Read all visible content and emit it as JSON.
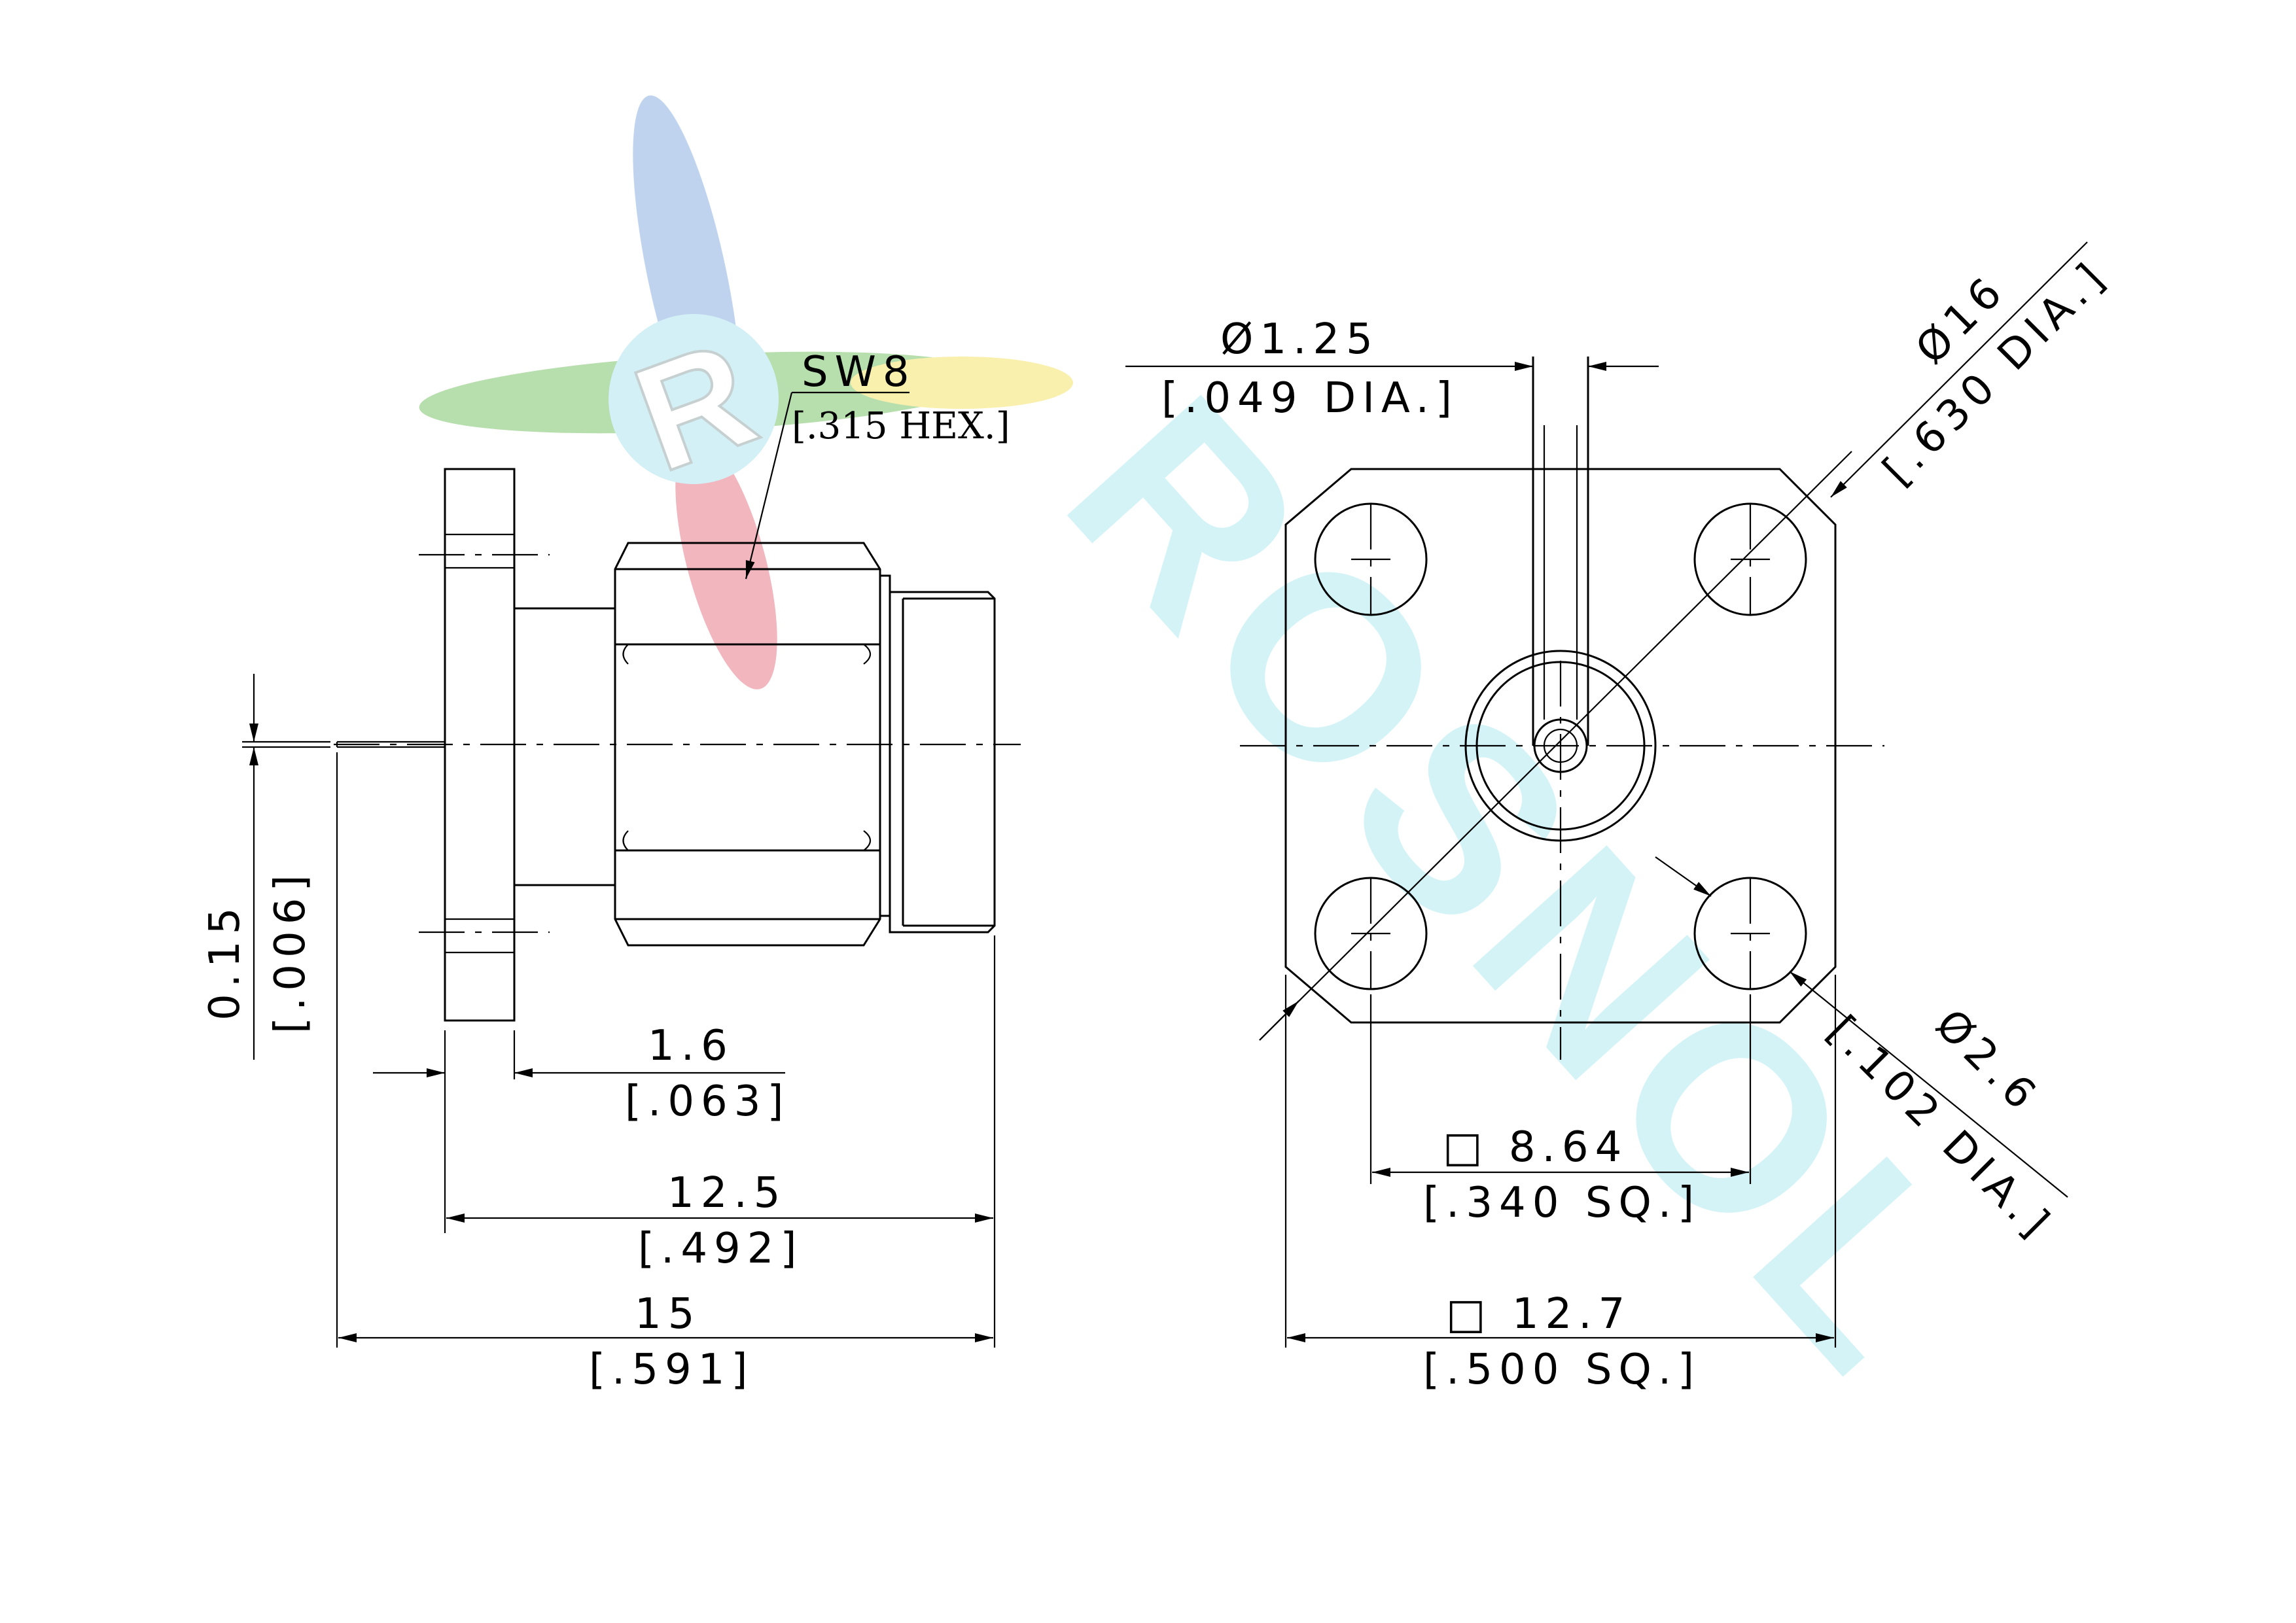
{
  "watermark": {
    "logo_letter": "R",
    "brand_text": "ROSNOL",
    "colors": {
      "green": "#7cc36a",
      "blue": "#8db0e0",
      "yellow": "#f5e36b",
      "red": "#e87a8a",
      "cyan": "#9ee4ee"
    }
  },
  "side_view": {
    "hex_top": "SW8",
    "hex_bottom": "[.315 HEX.]",
    "pin_offset_top": "0.15",
    "pin_offset_bottom": "[.006]",
    "flange_thickness_top": "1.6",
    "flange_thickness_bottom": "[.063]",
    "body_length_top": "12.5",
    "body_length_bottom": "[.492]",
    "overall_length_top": "15",
    "overall_length_bottom": "[.591]"
  },
  "front_view": {
    "pin_dia_top": "Ø1.25",
    "pin_dia_bottom": "[.049 DIA.]",
    "circle_dia_top": "Ø16",
    "circle_dia_bottom": "[.630 DIA.]",
    "hole_dia_top": "Ø2.6",
    "hole_dia_bottom": "[.102 DIA.]",
    "hole_spacing_top": "□ 8.64",
    "hole_spacing_bottom": "[.340 SQ.]",
    "flange_size_top": "□ 12.7",
    "flange_size_bottom": "[.500 SQ.]"
  }
}
